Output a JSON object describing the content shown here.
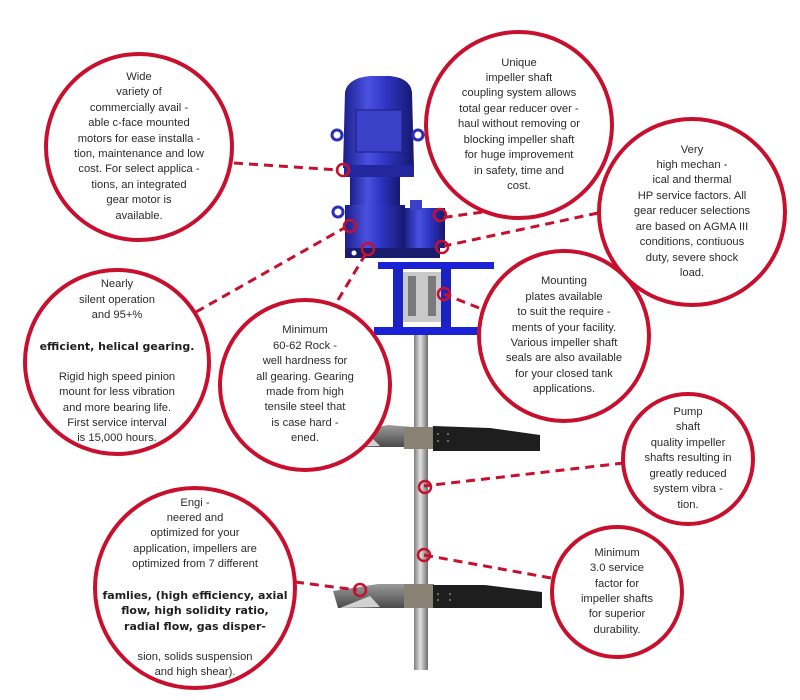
{
  "title": "Top-entry mixer feature callouts",
  "colors": {
    "accent": "#c8102e",
    "machine_blue": "#2a2fb8",
    "text": "#2b2b2b",
    "shaft": "#a9a9a9",
    "impeller_dark": "#1e1e1e"
  },
  "callouts": [
    {
      "id": "motors",
      "text": "Wide\nvariety of\ncommercially avail -\nable c-face mounted\nmotors for ease installa -\ntion, maintenance and low\ncost. For select applica -\ntions, an integrated\ngear motor is\navailable."
    },
    {
      "id": "coupling",
      "text": "Unique\nimpeller shaft\ncoupling system allows\ntotal gear reducer over -\nhaul without removing or\nblocking impeller shaft\nfor huge improvement\nin safety, time and\ncost."
    },
    {
      "id": "service-factors",
      "text": "Very\nhigh mechan -\nical and thermal\nHP service factors. All\ngear reducer selections\nare based on AGMA III\nconditions, contiuous\nduty, severe shock\nload."
    },
    {
      "id": "helical-gearing",
      "text_before": "Nearly\nsilent operation\nand 95+%",
      "text_bold": "efficient, helical gearing.",
      "text_after": "Rigid high speed pinion\nmount for less vibration\nand more bearing life.\nFirst service interval\nis 15,000 hours."
    },
    {
      "id": "hardness",
      "text": "Minimum\n60-62 Rock -\nwell hardness for\nall gearing. Gearing\nmade from high\ntensile steel that\nis case hard -\nened."
    },
    {
      "id": "mounting-plates",
      "text": "Mounting\nplates available\nto suit the require -\nments of your facility.\nVarious impeller shaft\nseals are also available\nfor your closed tank\napplications."
    },
    {
      "id": "pump-shaft",
      "text": "Pump\nshaft\nquality impeller\nshafts resulting in\ngreatly reduced\nsystem vibra -\ntion."
    },
    {
      "id": "shaft-service-factor",
      "text": "Minimum\n3.0 service\nfactor for\nimpeller shafts\nfor superior\ndurability."
    },
    {
      "id": "impellers",
      "text_before": "Engi -\nneered and\noptimized for your\napplication, impellers are\noptimized from 7 different",
      "text_bold": "famlies, (high efficiency, axial\nflow, high solidity ratio,\nradial flow, gas disper-",
      "text_after": "sion, solids suspension\nand high shear)."
    }
  ]
}
